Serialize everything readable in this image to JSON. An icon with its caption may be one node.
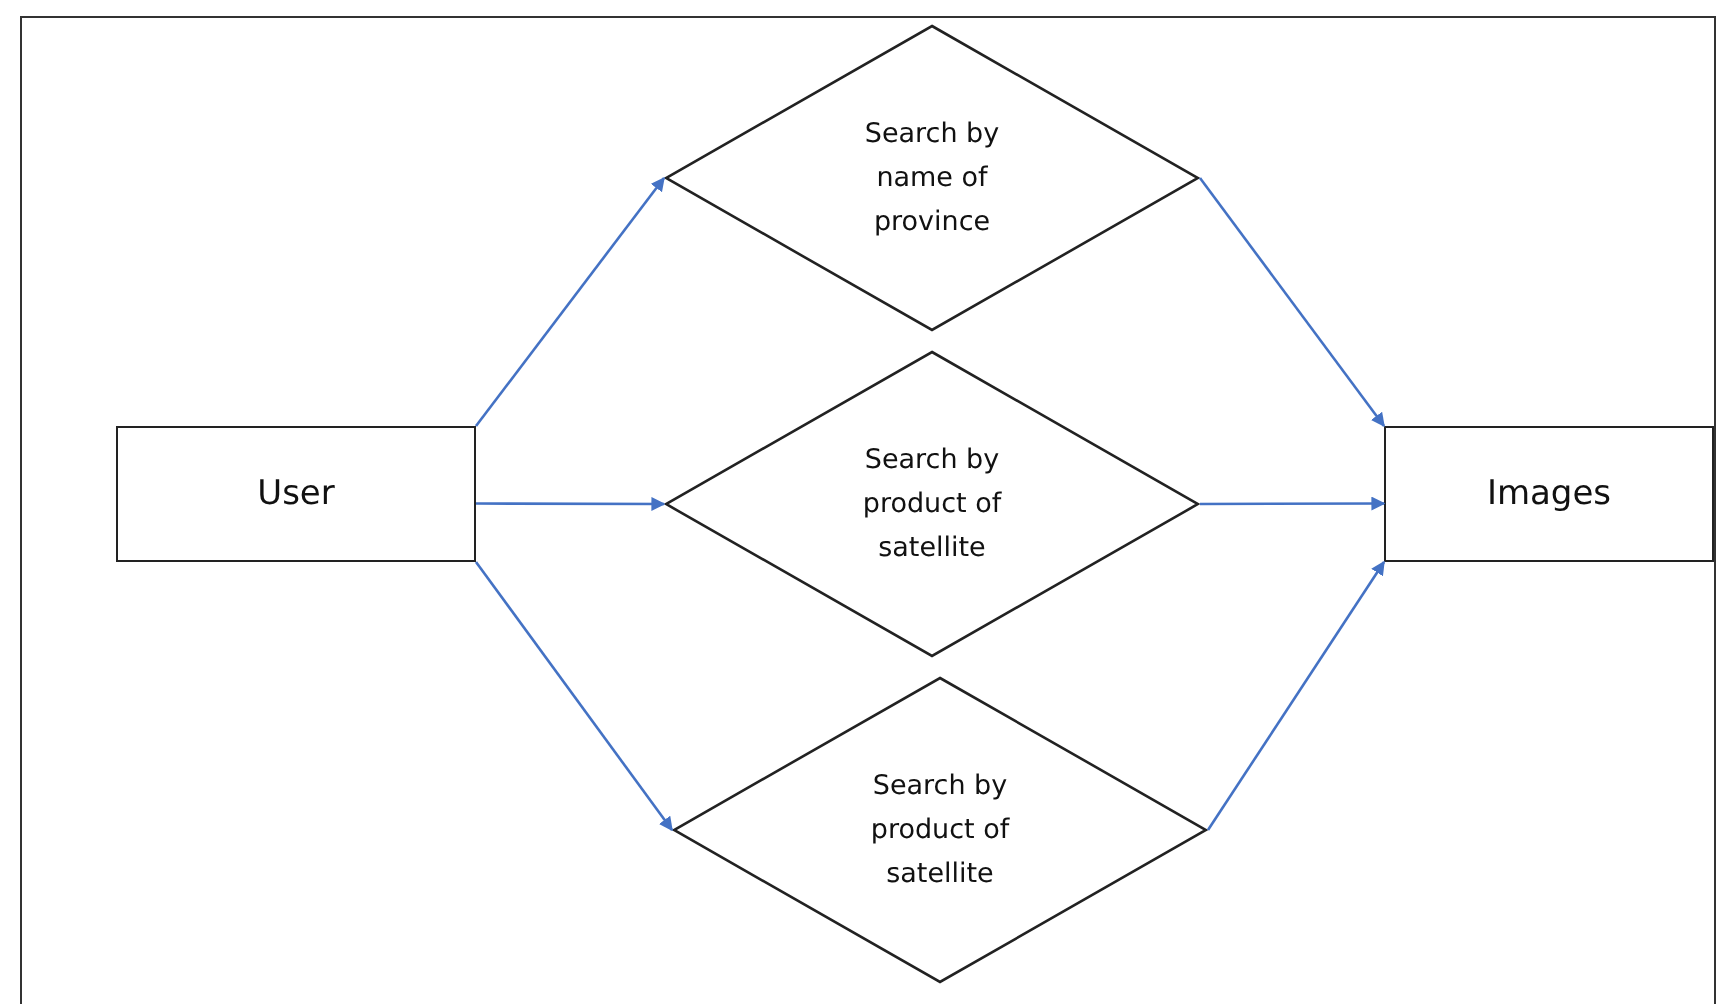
{
  "diagram": {
    "nodes": [
      {
        "text": [
          "User"
        ]
      },
      {
        "text": [
          "Search by name of province"
        ]
      },
      {
        "text": [
          "Search by product of satellite"
        ]
      },
      {
        "text": [
          "Search by product of satellite"
        ]
      },
      {
        "text": [
          "Images"
        ]
      }
    ],
    "edges": [
      {
        "from": 0,
        "to": 1,
        "arrow": "to"
      },
      {
        "from": 0,
        "to": 2,
        "arrow": "to"
      },
      {
        "from": 0,
        "to": 3,
        "arrow": "to"
      },
      {
        "from": 1,
        "to": 4,
        "arrow": "to"
      },
      {
        "from": 2,
        "to": 4,
        "arrow": "to"
      },
      {
        "from": 3,
        "to": 4,
        "arrow": "to"
      }
    ]
  }
}
